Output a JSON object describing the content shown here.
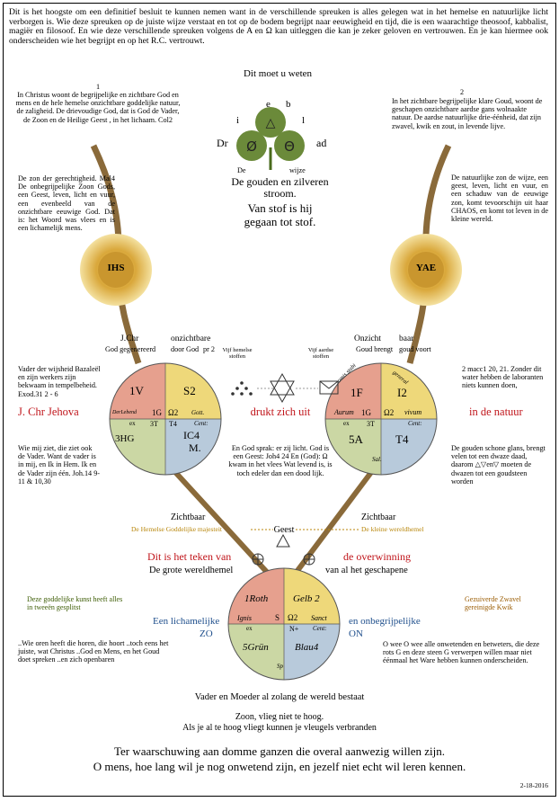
{
  "intro": "Dit is het hoogste om een definitief besluit te kunnen nemen want in de verschillende spreuken is alles gelegen wat in het hemelse en natuurlijke licht verborgen is. Wie deze spreuken op de juiste wijze verstaat en tot op de bodem begrijpt naar eeuwigheid en tijd, die is een waarachtige theosoof, kabbalist, magiër en filosoof. En wie deze verschillende spreuken volgens de A en Ω kan uitleggen die kan je zeker geloven en vertrouwen. En je kan hiermee ook onderscheiden wie het begrijpt en op het R.C. vertrouwt.",
  "must_know": "Dit moet u weten",
  "top_left": {
    "num": "1",
    "text": "In Christus woont de begrijpelijke en zichtbare God en mens en de hele hemelse onzichtbare goddelijke natuur, de zaligheid. De drievoudige God, dat is God de Vader, de Zoon en de Heilige Geest , in het lichaam. Col2"
  },
  "top_right": {
    "num": "2",
    "text": "In het zichtbare begrijpelijke klare Goud, woont de geschapen onzichtbare aardse gans wolnaakte natuur. De aardse natuurlijke drie-éénheid, dat zijn zwavel, kwik en zout, in levende lijve."
  },
  "clover": {
    "e": "e",
    "b": "b",
    "i": "i",
    "l": "l",
    "dr": "Dr",
    "ad": "ad",
    "de": "De",
    "wijze": "wijze"
  },
  "center_words": {
    "golden": "De gouden en zilveren stroom.",
    "dust": "Van stof is hij gegaan tot stof."
  },
  "left_mid": "De zon der gerechtigheid. Mal4 De onbegrijpelijke Zoon Gods, een Geest, leven, licht en vuur, een evenbeeld van de onzichtbare eeuwige God. Dat is: het Woord was vlees en is een lichamelijk mens.",
  "right_mid": "De natuurlijke zon de wijze, een geest, leven, licht en vuur, en een schaduw van de eeuwige zon, komt tevoorschijn uit haar CHAOS, en komt tot leven in de kleine wereld.",
  "sun_left": "IHS",
  "sun_right": "YAE",
  "left_circle_labels": {
    "a": "J.Chr",
    "b": "onzichtbare",
    "c": "God gegenereerd",
    "d": "door God",
    "e": "pr 2"
  },
  "right_circle_labels": {
    "a": "Onzicht",
    "b": "baar",
    "c": "Goud brengt",
    "d": "goud voort"
  },
  "vijf_left": "Vijf hemelse stoffen",
  "vijf_right": "Vijf aardse stoffen",
  "left_side_1": "Vader der wijsheid Bazaleël en zijn werkers zijn bekwaam in tempelbeheid. Exod.31 2 - 6",
  "right_side_1": "2 macc1 20, 21. Zonder dit water hebben de laboranten niets kunnen doen,",
  "jehova": "J. Chr Jehova",
  "drukt": "drukt zich uit",
  "natuur": "in de natuur",
  "left_side_2": "Wie mij ziet, die ziet ook de Vader. Want de vader is in mij, en Ik in Hem. Ik en de Vader zijn één. Joh.14 9-11 & 10,30",
  "center_quote": "En God sprak: er zij licht. God is een Geest: Joh4 24 En (God): Ω kwam in het vlees Wat levend is, is toch edeler dan een dood lijk.",
  "right_side_2": "De gouden schone glans, brengt velen tot een dwaze daad, daarom △▽en▽ moeten de dwazen tot een goudsteen worden",
  "zichtbaar_left": "Zichtbaar",
  "zichtbaar_right": "Zichtbaar",
  "geest": "Geest",
  "majesteit": "De Hemelse Goddelijke majesteit",
  "wereldhemel_small": "De kleine wereldhemel",
  "teken": "Dit is het teken van",
  "overwinning": "de overwinning",
  "grote": "De grote wereldhemel",
  "geschapene": "van al het geschapene",
  "goddelijke_kunst": "Deze goddelijke kunst heeft alles in tweeën gesplitst",
  "gezuiverde": "Gezuiverde Zwavel gereinigde Kwik",
  "lichamelijke": "Een lichamelijke",
  "zo": "ZO",
  "onbegrijpelijke": "en onbegrijpelijke",
  "on": "ON",
  "ears": "..Wie oren heeft die horen, die hoort ..toch eens het juiste, wat Christus ..God en Mens, en het Goud doet spreken ..en zich openbaren",
  "owee": "O wee O wee alle onwetenden en betweters, die deze rots G en deze steen G verwerpen willen maar niet éénmaal het Ware hebben kunnen onderscheiden.",
  "vader_moeder": "Vader en Moeder al zolang de wereld bestaat",
  "zoon": "Zoon, vlieg niet te hoog.",
  "vleugels": "Als je al te hoog vliegt kunnen je vleugels verbranden",
  "warning1": "Ter waarschuwing aan domme ganzen die overal aanwezig willen zijn.",
  "warning2": "O mens, hoe lang wil je nog onwetend zijn, en jezelf niet echt wil leren kennen.",
  "date": "2-18-2016",
  "left_circle": {
    "q1": "1V",
    "q2": "S2",
    "q3": "3HG",
    "q4": "IC4",
    "q4b": "M.",
    "mid_l": "DerLebend",
    "mid_c": "1G",
    "mid_r": "Ω2",
    "gott": "Gott.",
    "ex": "ex",
    "t3": "3T",
    "t4": "T4",
    "cent": "Cent:"
  },
  "right_circle": {
    "q1": "1F",
    "q2": "I2",
    "q3": "5A",
    "q4": "T4",
    "omis": "omis stabi",
    "gen": "general",
    "aurum": "Aurum",
    "g1": "1G",
    "o2": "Ω2",
    "vivum": "vivum",
    "ex": "ex",
    "t3": "3T",
    "cent": "Cent:",
    "sal": "Sal."
  },
  "bottom_circle": {
    "q1": "1Roth",
    "q2": "Gelb 2",
    "q3": "5Grün",
    "q4": "Blau4",
    "ignis": "Ignis",
    "s": "S",
    "o2": "Ω2",
    "sanct": "Sanct",
    "ex": "ex",
    "n": "N+",
    "cent": "Cent:",
    "sp": "Sp"
  },
  "colors": {
    "red": "#c0141a",
    "gold": "#b8860b",
    "q_red": "#e6a08e",
    "q_yellow": "#eed87a",
    "q_green": "#cbd7a4",
    "q_blue": "#b8cadb"
  }
}
